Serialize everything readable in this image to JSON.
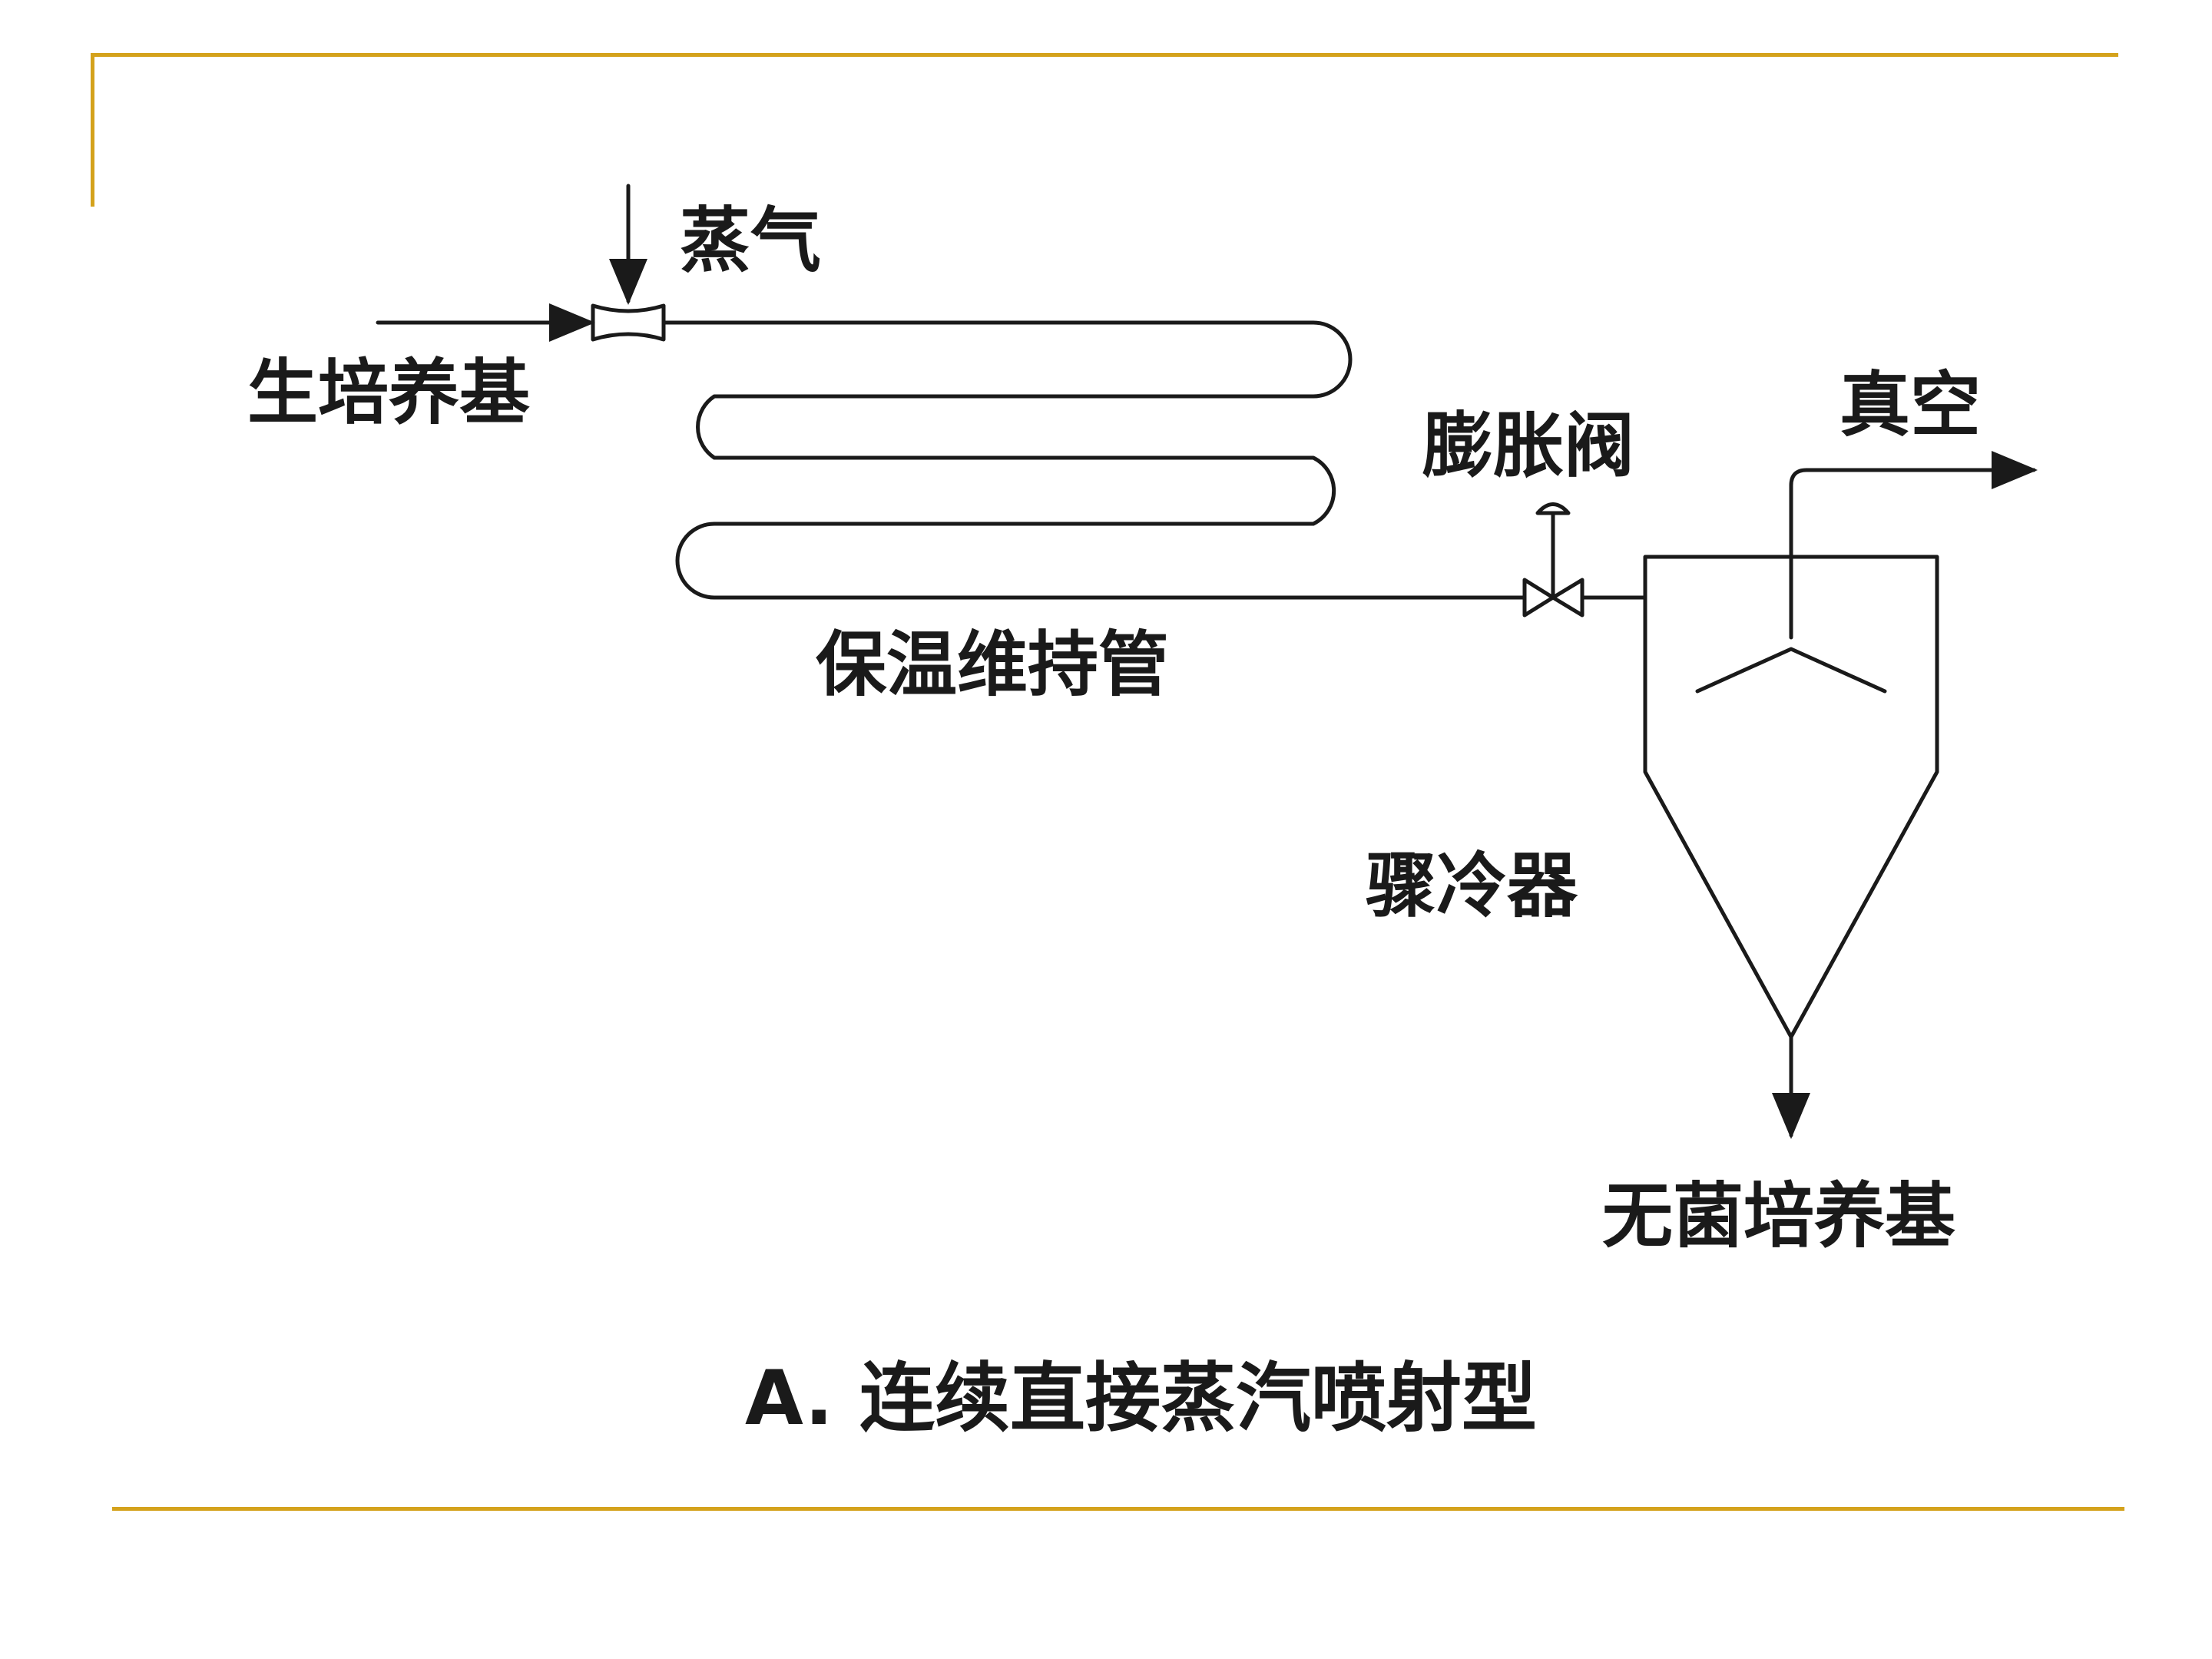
{
  "labels": {
    "steam": "蒸气",
    "raw_medium": "生培养基",
    "vacuum": "真空",
    "expansion_valve": "膨胀阀",
    "holding_tube": "保温维持管",
    "flash_cooler": "骤冷器",
    "sterile_medium": "无菌培养基"
  },
  "caption": "A. 连续直接蒸汽喷射型",
  "colors": {
    "accent_rule": "#d4a21c",
    "line": "#1a1a1a"
  }
}
